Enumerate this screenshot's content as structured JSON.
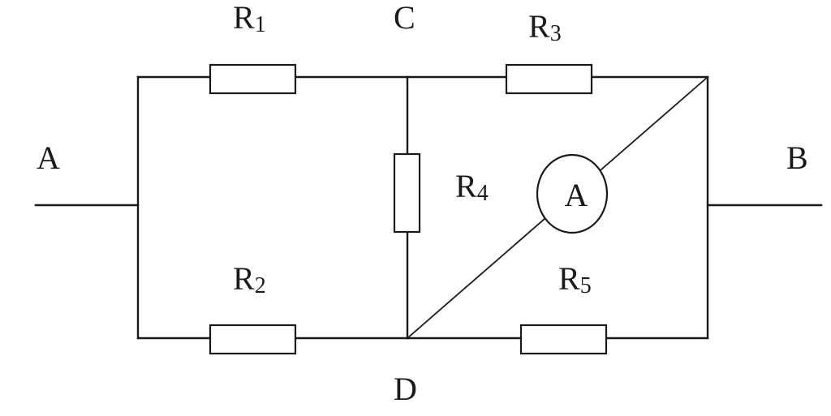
{
  "nodes": {
    "a": "A",
    "b": "B",
    "c": "C",
    "d": "D"
  },
  "resistors": {
    "r1": {
      "letter": "R",
      "index": "1"
    },
    "r2": {
      "letter": "R",
      "index": "2"
    },
    "r3": {
      "letter": "R",
      "index": "3"
    },
    "r4": {
      "letter": "R",
      "index": "4"
    },
    "r5": {
      "letter": "R",
      "index": "5"
    }
  },
  "ammeter": {
    "symbol": "A"
  }
}
